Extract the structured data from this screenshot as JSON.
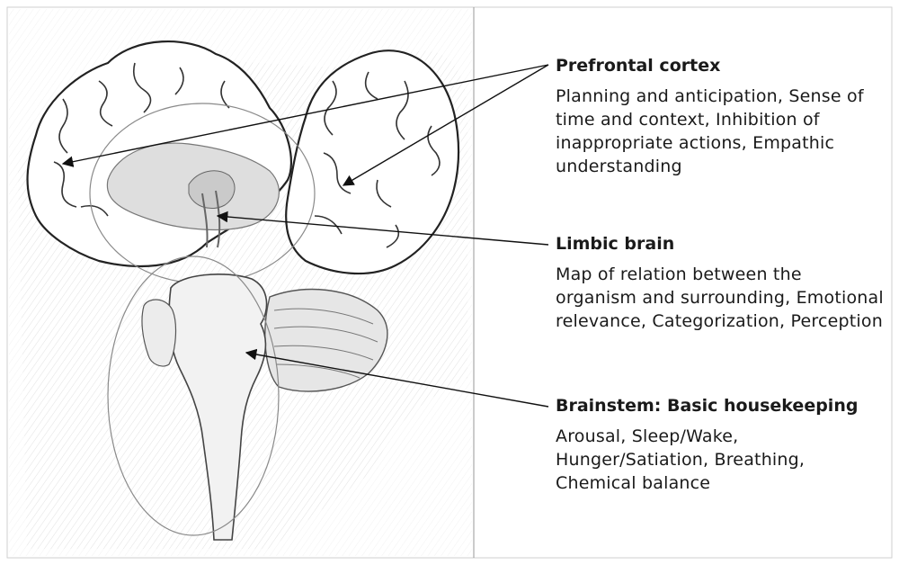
{
  "labels": {
    "prefrontal": {
      "heading": "Prefrontal cortex",
      "description": "Planning and anticipation, Sense of time and context, Inhibition of inappropriate actions, Empathic understanding"
    },
    "limbic": {
      "heading": "Limbic brain",
      "description": "Map of relation between the organism and surrounding, Emotional relevance, Categorization, Perception"
    },
    "brainstem": {
      "heading": "Brainstem: Basic housekeeping",
      "description": "Arousal, Sleep/Wake, Hunger/Satiation, Breathing, Chemical balance"
    }
  },
  "colors": {
    "line": "#111111",
    "sketch": "#555555",
    "shade": "#d9d9d9",
    "ellipse": "#888888"
  }
}
